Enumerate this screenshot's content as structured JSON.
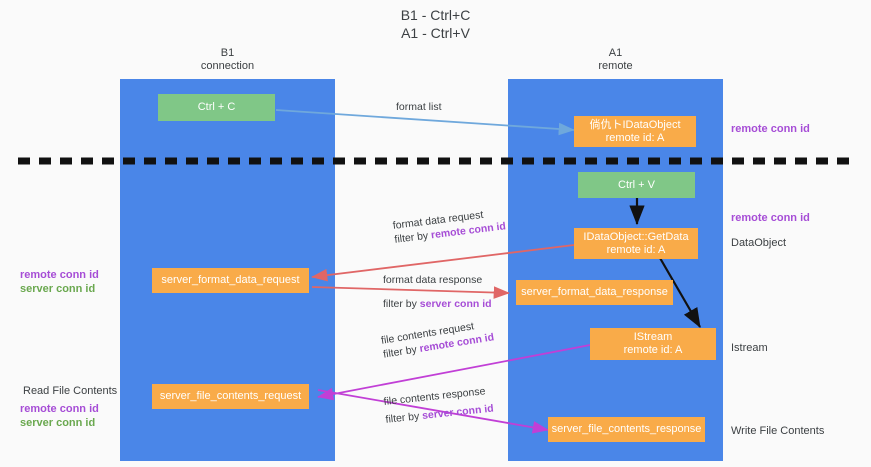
{
  "title": {
    "line1": "B1 - Ctrl+C",
    "line2": "A1 - Ctrl+V"
  },
  "columns": [
    {
      "name": "B1",
      "role": "connection"
    },
    {
      "name": "A1",
      "role": "remote"
    }
  ],
  "boxes": {
    "ctrl_c": "Ctrl + C",
    "idataobject_top_line1": "倘仇トIDataObject",
    "idataobject_top_line2": "remote id: A",
    "ctrl_v": "Ctrl + V",
    "getdata_line1": "IDataObject::GetData",
    "getdata_line2": "remote id: A",
    "server_format_data_request": "server_format_data_request",
    "server_format_data_response": "server_format_data_response",
    "istream_line1": "IStream",
    "istream_line2": "remote id: A",
    "server_file_contents_request": "server_file_contents_request",
    "server_file_contents_response": "server_file_contents_response"
  },
  "arrow_labels": {
    "format_list": "format list",
    "format_data_request_l1": "format data request",
    "format_data_request_l2_prefix": "filter by ",
    "format_data_request_l2_key": "remote conn id",
    "format_data_response_l1": "format data response",
    "format_data_response_l2_prefix": "filter by ",
    "format_data_response_l2_key": "server conn id",
    "file_contents_request_l1": "file contents request",
    "file_contents_request_l2_prefix": "filter by ",
    "file_contents_request_l2_key": "remote conn id",
    "file_contents_response_l1": "file contents response",
    "file_contents_response_l2_prefix": "filter by ",
    "file_contents_response_l2_key": "server conn id"
  },
  "notes": {
    "right_remote_conn_id_top": "remote conn id",
    "right_remote_conn_id_mid": "remote conn id",
    "right_dataobject": "DataObject",
    "right_istream": "Istream",
    "right_write_file_contents": "Write File Contents",
    "left_remote_conn_id": "remote conn id",
    "left_server_conn_id": "server conn id",
    "left_read_file_contents": "Read File Contents",
    "left_remote_conn_id_2": "remote conn id",
    "left_server_conn_id_2": "server conn id"
  },
  "colors": {
    "lane": "#4a86e8",
    "box_orange": "#f9ab49",
    "box_green": "#80c787",
    "arrow_blue": "#6fa8dc",
    "arrow_red": "#e06666",
    "arrow_magenta": "#c13fd6",
    "arrow_black": "#000000",
    "key_purple": "#a64dd6",
    "key_green": "#6aa84f",
    "background": "#fafafa"
  }
}
